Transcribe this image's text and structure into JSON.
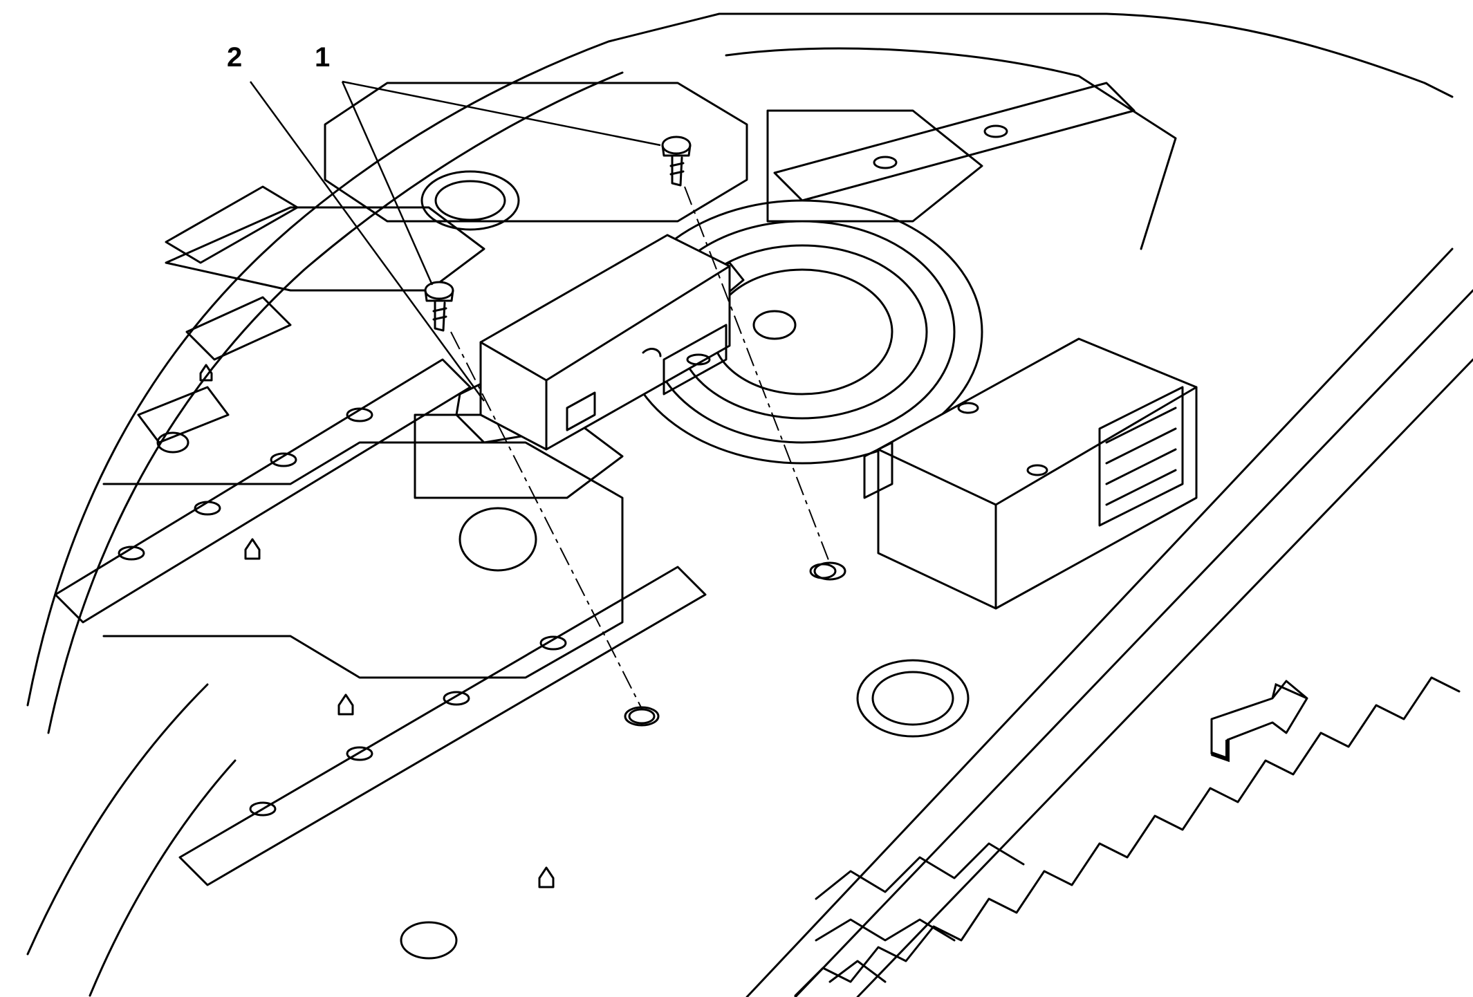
{
  "diagram": {
    "callouts": [
      {
        "id": "fastener",
        "label": "1"
      },
      {
        "id": "module",
        "label": "2"
      }
    ],
    "icons": {
      "direction_arrow": "forward-arrow-icon"
    },
    "colors": {
      "line": "#000000",
      "background": "#ffffff"
    }
  }
}
